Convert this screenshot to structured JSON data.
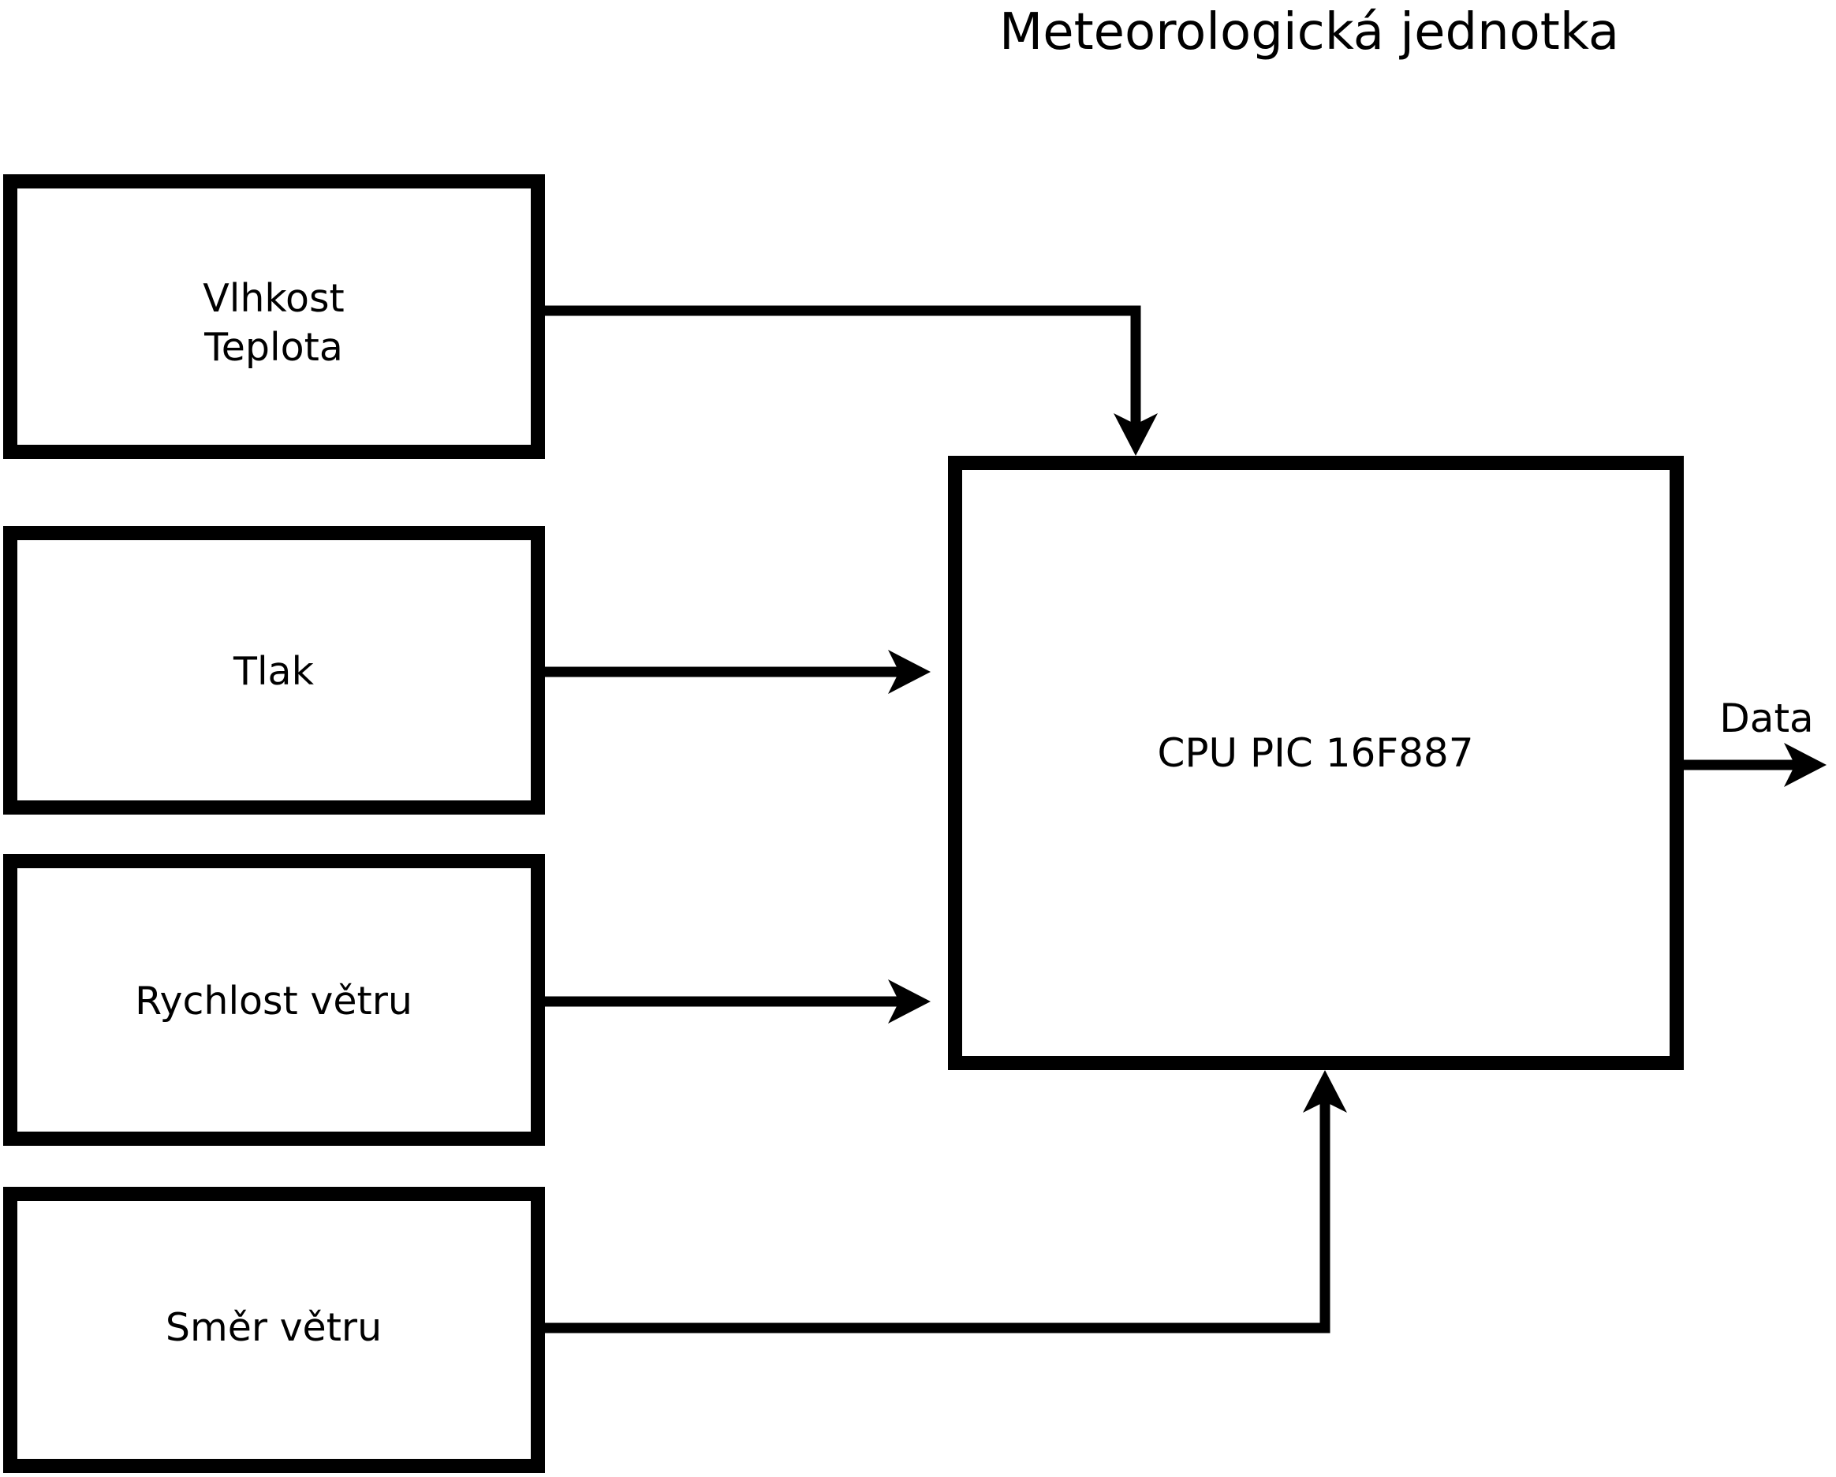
{
  "title": "Meteorologická jednotka",
  "sensors": [
    {
      "id": "vlhkost-teplota",
      "lines": [
        "Vlhkost",
        "Teplota"
      ]
    },
    {
      "id": "tlak",
      "lines": [
        "Tlak"
      ]
    },
    {
      "id": "rychlost-vetru",
      "lines": [
        "Rychlost větru"
      ]
    },
    {
      "id": "smer-vetru",
      "lines": [
        "Směr větru"
      ]
    }
  ],
  "cpu": {
    "label": "CPU PIC 16F887"
  },
  "output": {
    "label": "Data"
  },
  "colors": {
    "ink": "#000000",
    "background": "#ffffff"
  }
}
